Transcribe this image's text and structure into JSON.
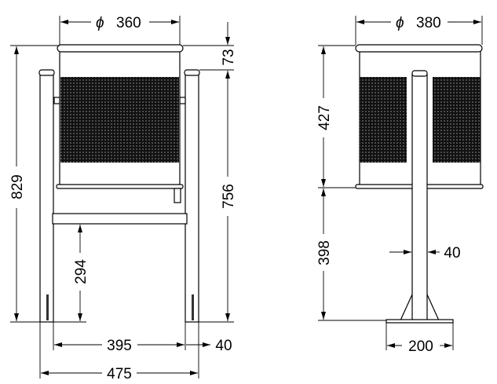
{
  "front_view": {
    "diameter_symbol": "ϕ",
    "diameter": "360",
    "rim_to_post_top": "73",
    "post_height": "756",
    "overall_height": "829",
    "ground_clearance": "294",
    "inner_width": "395",
    "post_width": "40",
    "overall_width": "475"
  },
  "side_view": {
    "diameter_symbol": "ϕ",
    "diameter": "380",
    "bin_height": "427",
    "bin_clearance": "398",
    "post_width": "40",
    "base_width": "200"
  },
  "colors": {
    "line": "#000000",
    "mesh": "#111111",
    "background": "#ffffff"
  }
}
